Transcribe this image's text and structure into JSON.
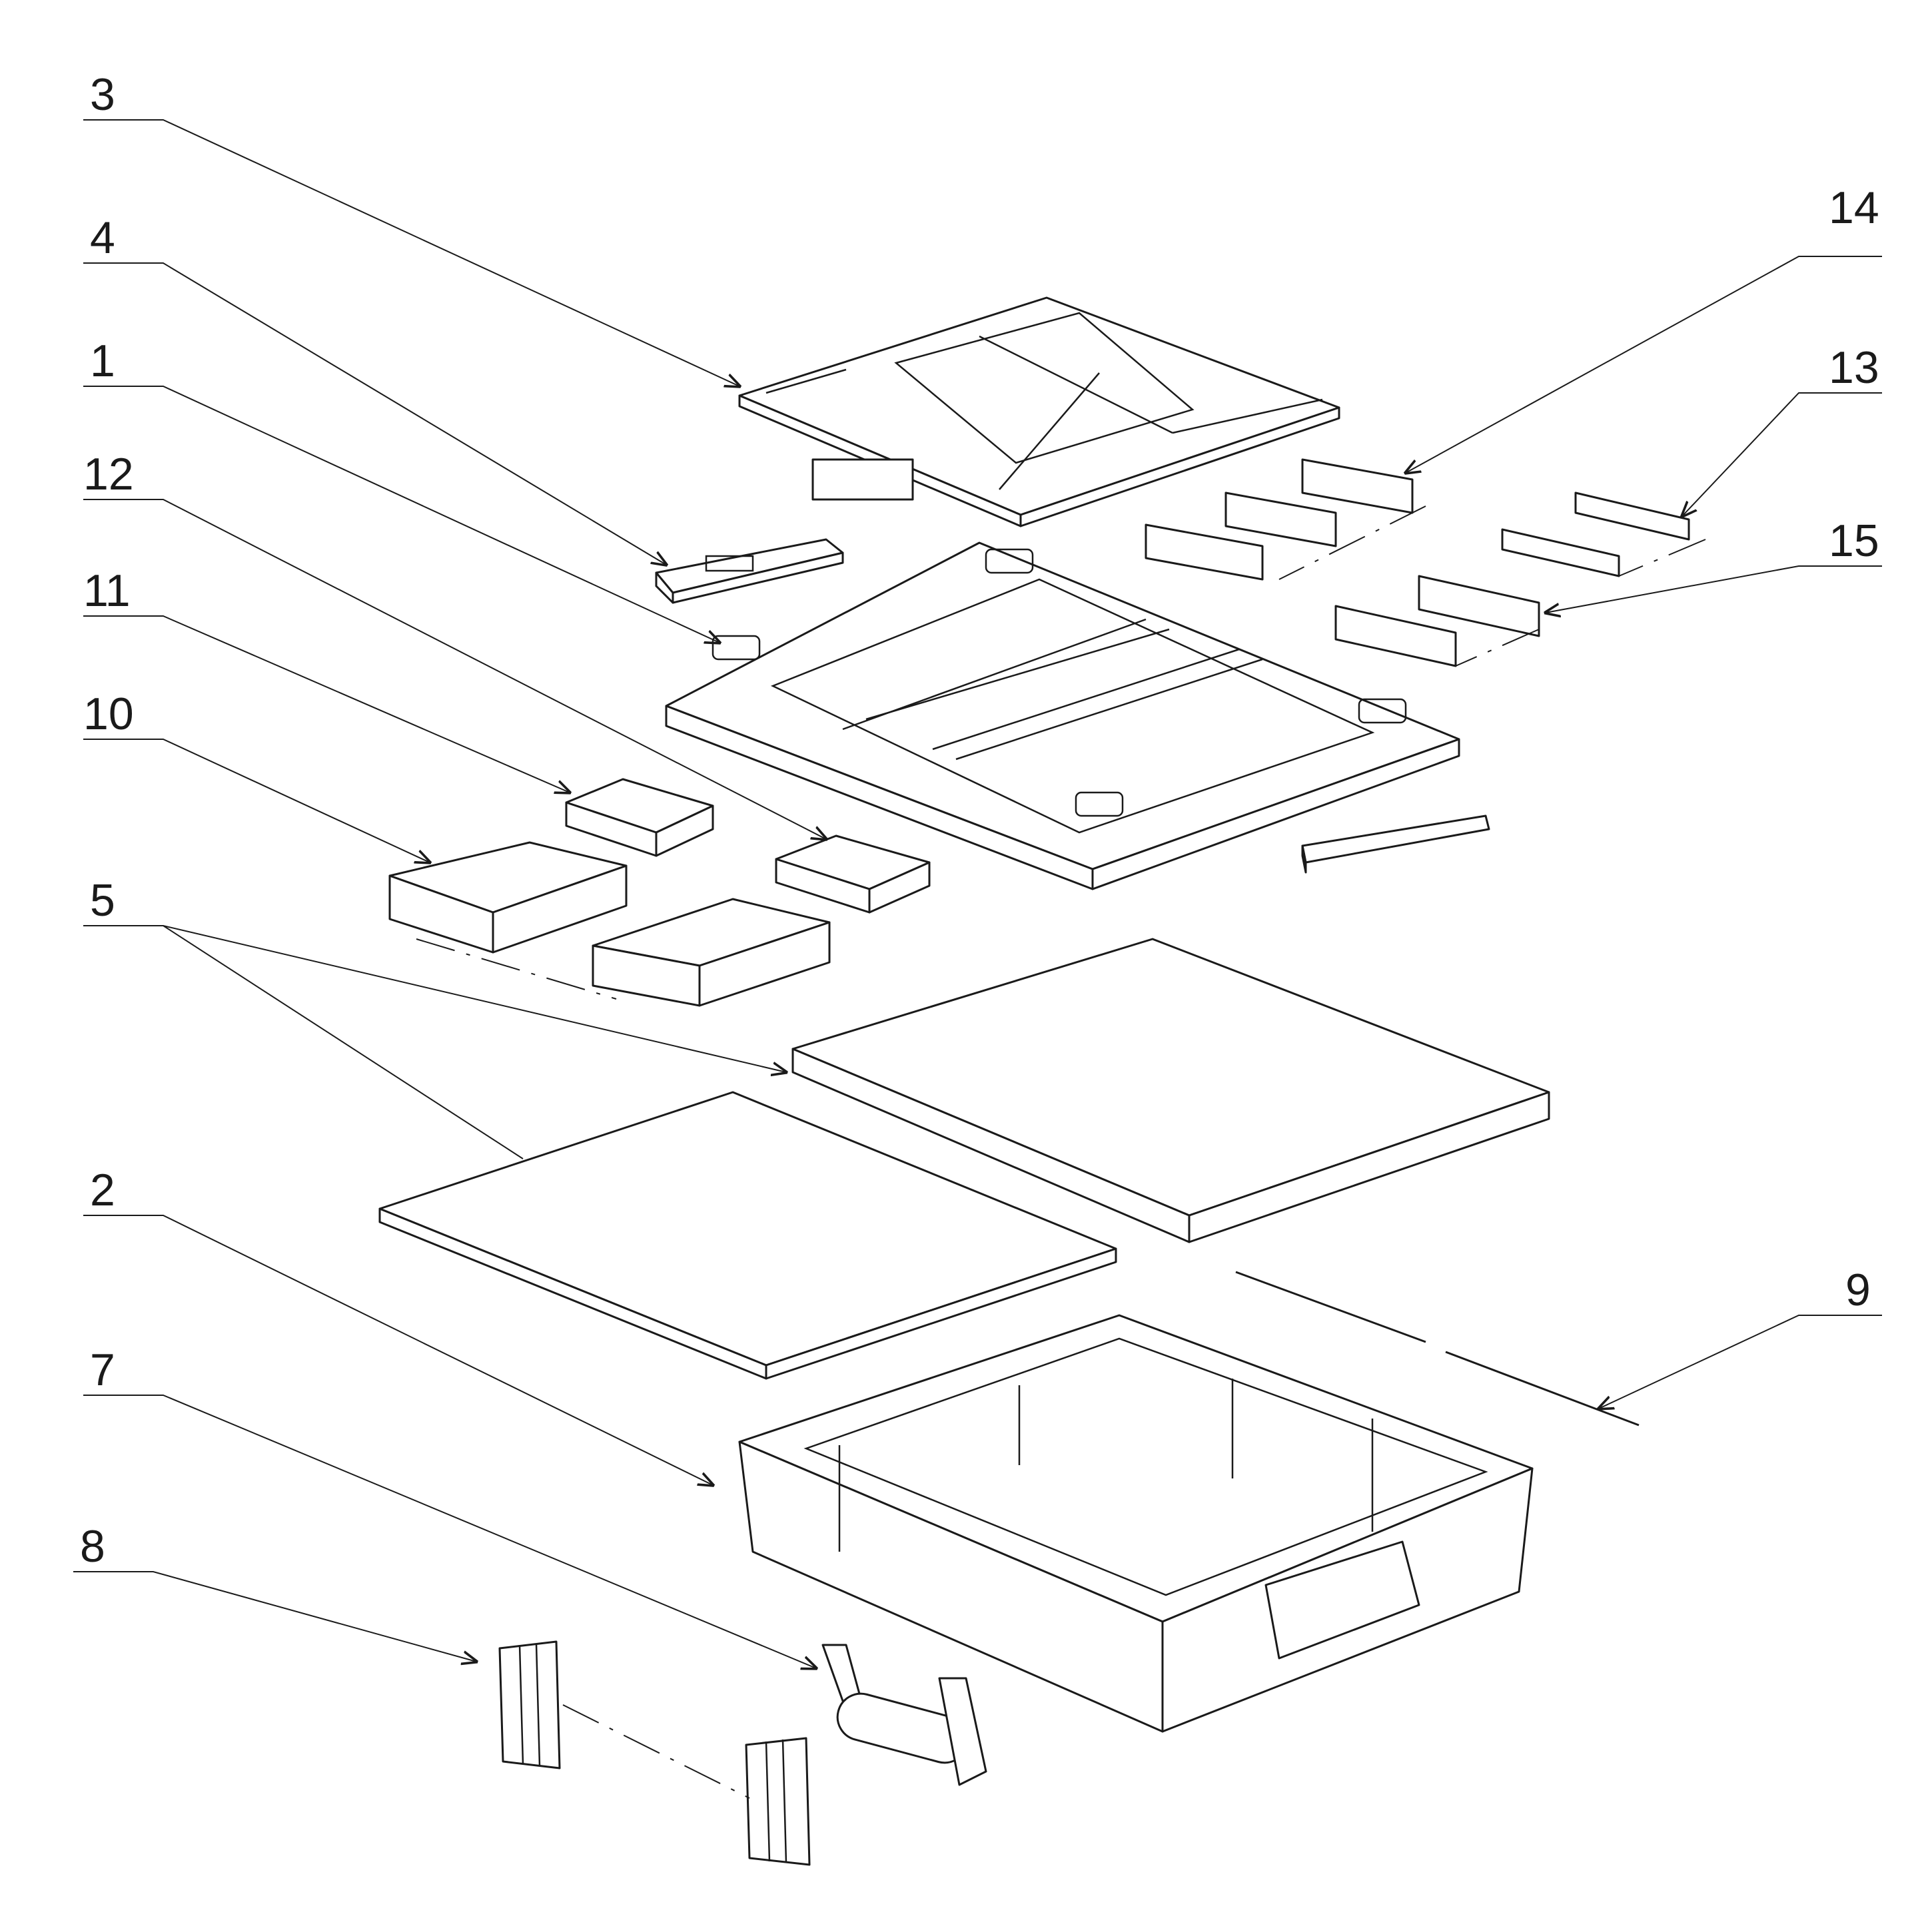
{
  "callouts": {
    "c1": "1",
    "c2": "2",
    "c3": "3",
    "c4": "4",
    "c5": "5",
    "c7": "7",
    "c8": "8",
    "c9": "9",
    "c10": "10",
    "c11": "11",
    "c12": "12",
    "c13": "13",
    "c14": "14",
    "c15": "15"
  },
  "colors": {
    "ink": "#1a1a1a",
    "background": "#ffffff"
  }
}
